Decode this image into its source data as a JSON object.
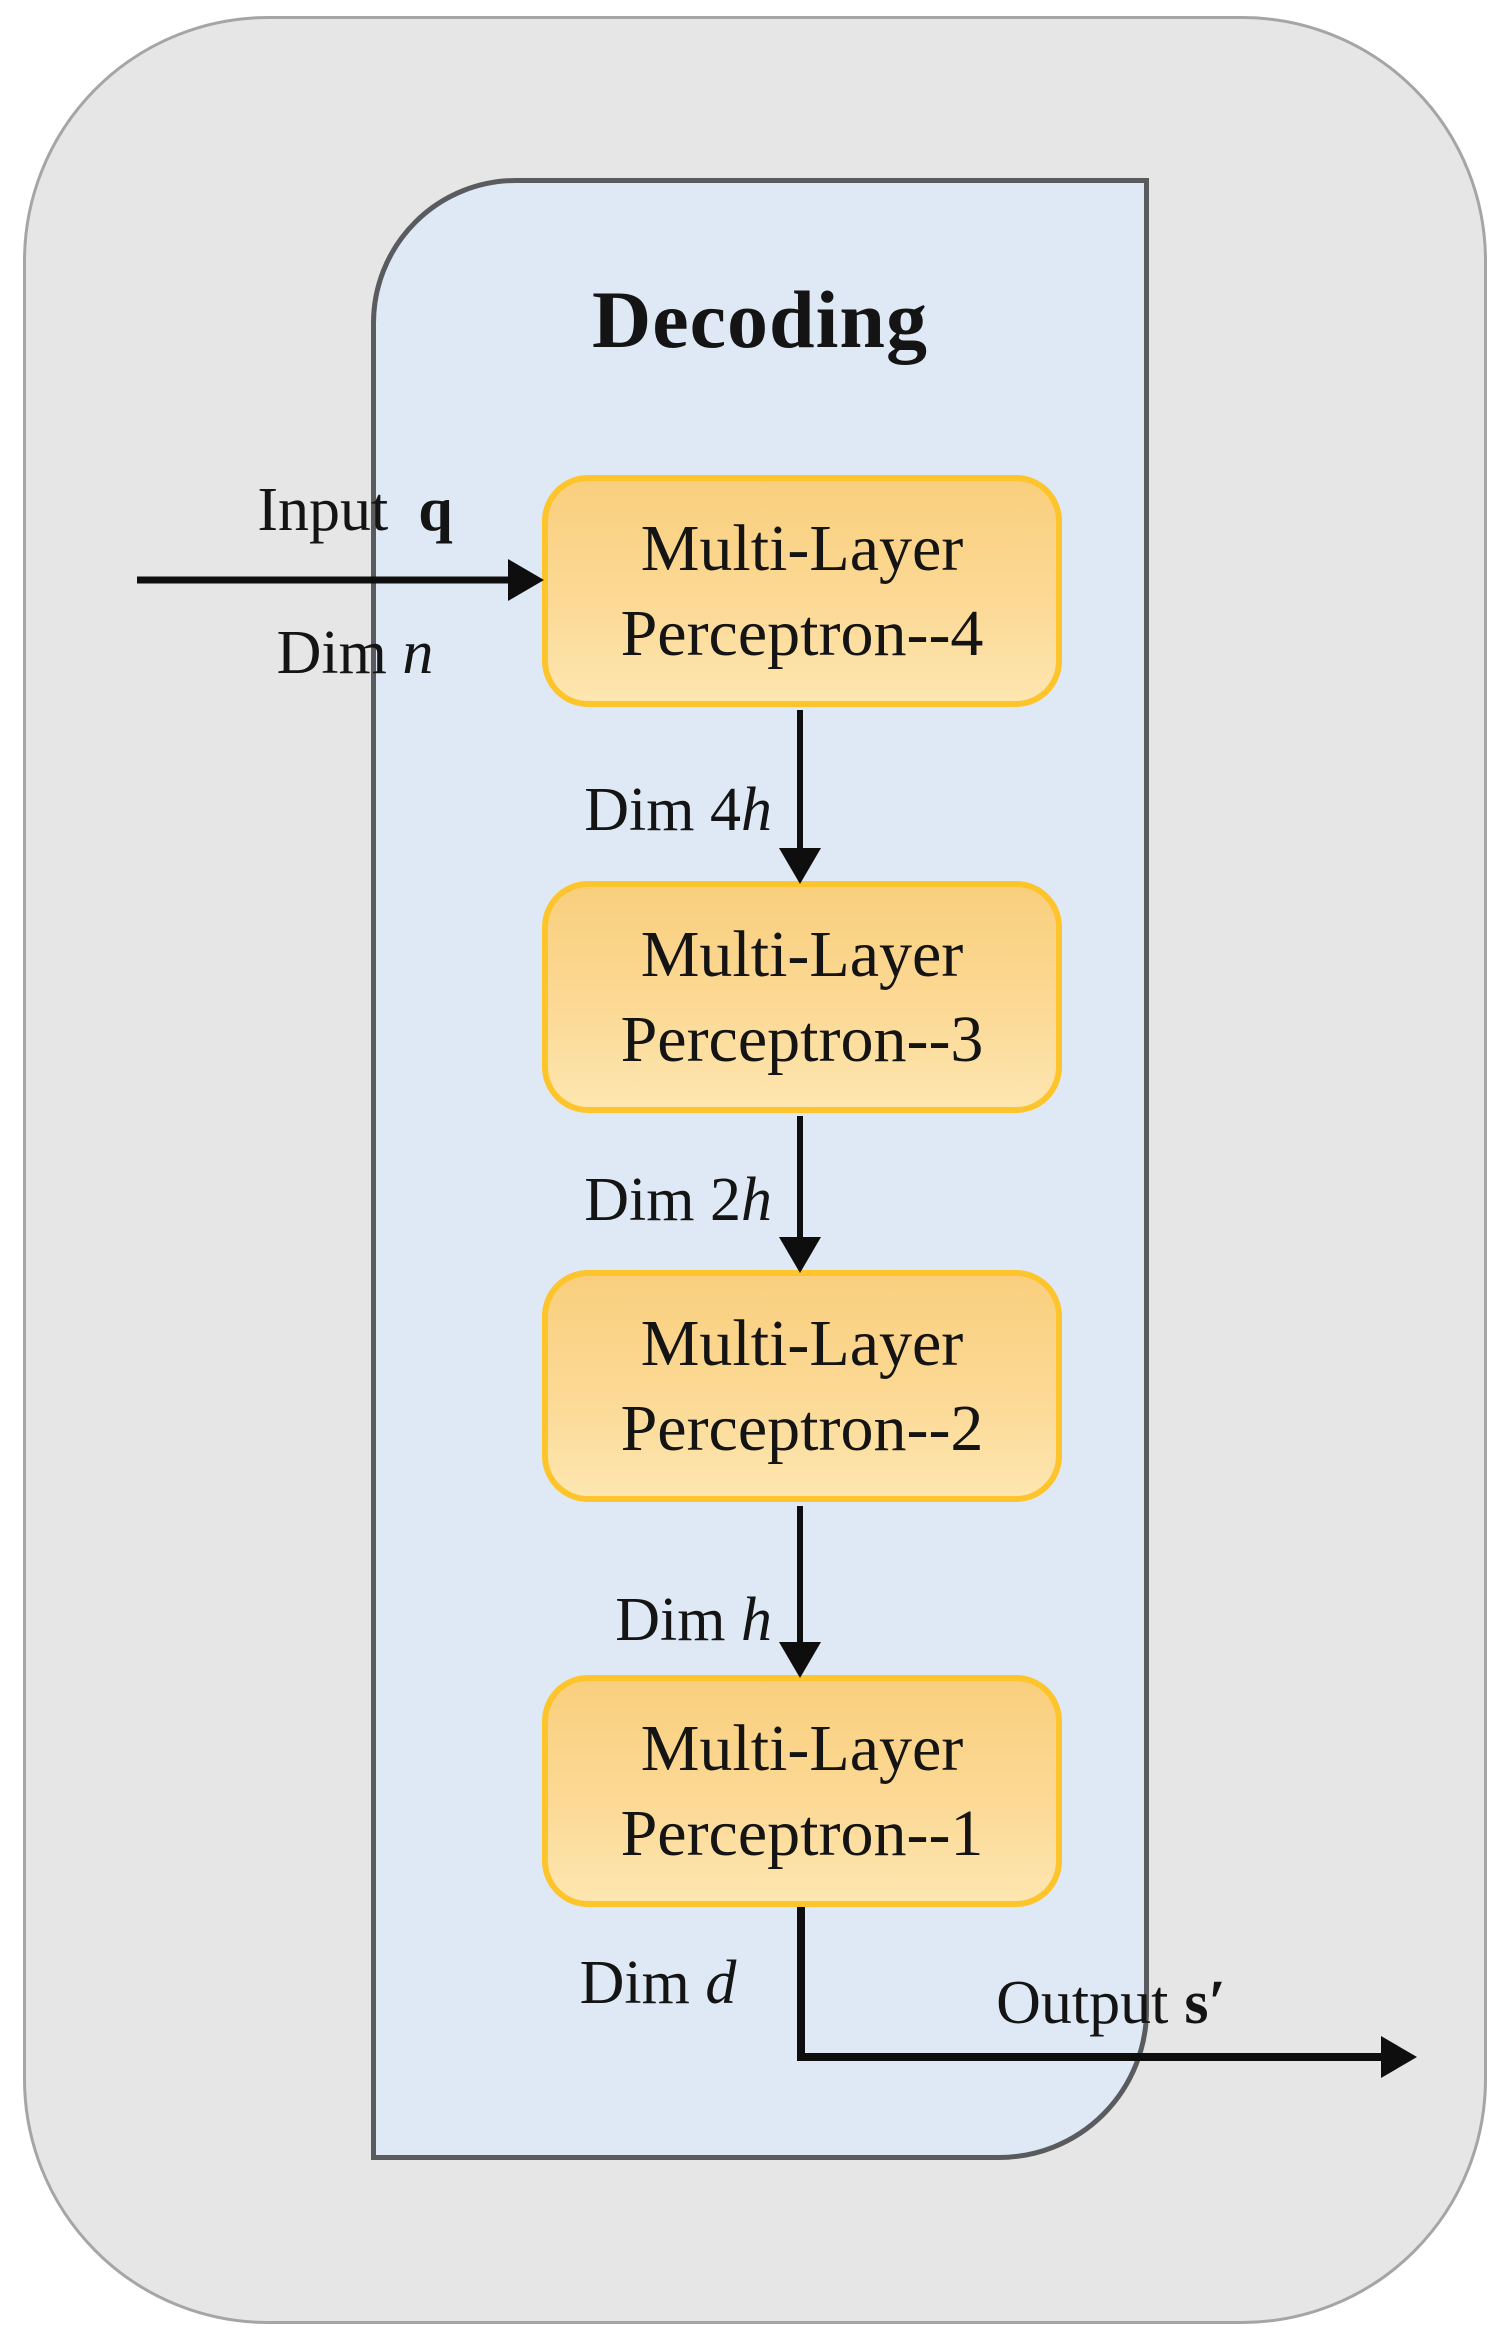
{
  "figure": {
    "title": "Decoding",
    "input": {
      "label": "Input",
      "vector": "q",
      "dim_prefix": "Dim ",
      "dim_var": "n"
    },
    "blocks": [
      {
        "line1": "Multi-Layer",
        "line2": "Perceptron--4"
      },
      {
        "line1": "Multi-Layer",
        "line2": "Perceptron--3"
      },
      {
        "line1": "Multi-Layer",
        "line2": "Perceptron--2"
      },
      {
        "line1": "Multi-Layer",
        "line2": "Perceptron--1"
      }
    ],
    "flow_dims": [
      {
        "prefix": "Dim 4",
        "var": "h"
      },
      {
        "prefix": "Dim 2",
        "var": "h"
      },
      {
        "prefix": "Dim ",
        "var": "h"
      }
    ],
    "output_dim": {
      "prefix": "Dim ",
      "var": "d"
    },
    "output": {
      "label": "Output",
      "vector": "s",
      "prime": "′"
    }
  },
  "colors": {
    "page_bg": "#ffffff",
    "outer_fill": "#e6e6e7",
    "outer_border": "#a5a5a7",
    "panel_fill": "#dfe9f5",
    "panel_border": "#5a5b5e",
    "box_border": "#fec42c",
    "box_fill_top": "#f9cf7e",
    "box_fill_mid": "#fcd995",
    "box_fill_bottom": "#fde6b0",
    "arrow": "#0e0e0e",
    "text": "#141414"
  }
}
